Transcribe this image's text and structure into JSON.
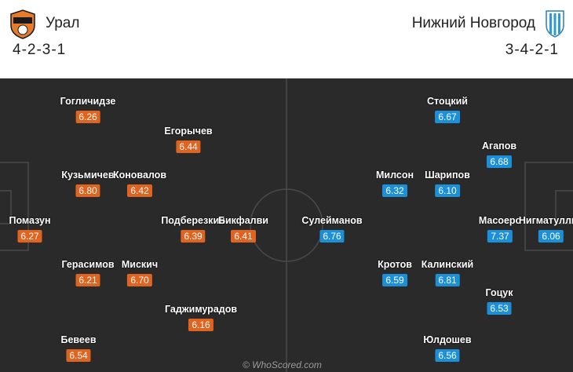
{
  "home": {
    "name": "Урал",
    "formation": "4-2-3-1",
    "crest_icon": "ural-crest-icon",
    "rating_color": "#e0631f",
    "players": [
      {
        "name": "Гогличидзе",
        "rating": "6.26"
      },
      {
        "name": "Егорычев",
        "rating": "6.44"
      },
      {
        "name": "Кузьмичев",
        "rating": "6.80"
      },
      {
        "name": "Коновалов",
        "rating": "6.42"
      },
      {
        "name": "Помазун",
        "rating": "6.27"
      },
      {
        "name": "Подберезкин",
        "rating": "6.39"
      },
      {
        "name": "Бикфалви",
        "rating": "6.41"
      },
      {
        "name": "Герасимов",
        "rating": "6.21"
      },
      {
        "name": "Мискич",
        "rating": "6.70"
      },
      {
        "name": "Гаджимурадов",
        "rating": "6.16"
      },
      {
        "name": "Бевеев",
        "rating": "6.54"
      }
    ]
  },
  "away": {
    "name": "Нижний Новгород",
    "formation": "3-4-2-1",
    "crest_icon": "nizhny-novgorod-crest-icon",
    "rating_color": "#1c8fd9",
    "players": [
      {
        "name": "Стоцкий",
        "rating": "6.67"
      },
      {
        "name": "Агапов",
        "rating": "6.68"
      },
      {
        "name": "Милсон",
        "rating": "6.32"
      },
      {
        "name": "Шарипов",
        "rating": "6.10"
      },
      {
        "name": "Сулейманов",
        "rating": "6.76"
      },
      {
        "name": "Масоеро",
        "rating": "7.37"
      },
      {
        "name": "Нигматуллин",
        "rating": "6.06"
      },
      {
        "name": "Кротов",
        "rating": "6.59"
      },
      {
        "name": "Калинский",
        "rating": "6.81"
      },
      {
        "name": "Гоцук",
        "rating": "6.53"
      },
      {
        "name": "Юлдошев",
        "rating": "6.56"
      }
    ]
  },
  "pitch_color": "#2a2a2a",
  "watermark": "© WhoScored.com"
}
